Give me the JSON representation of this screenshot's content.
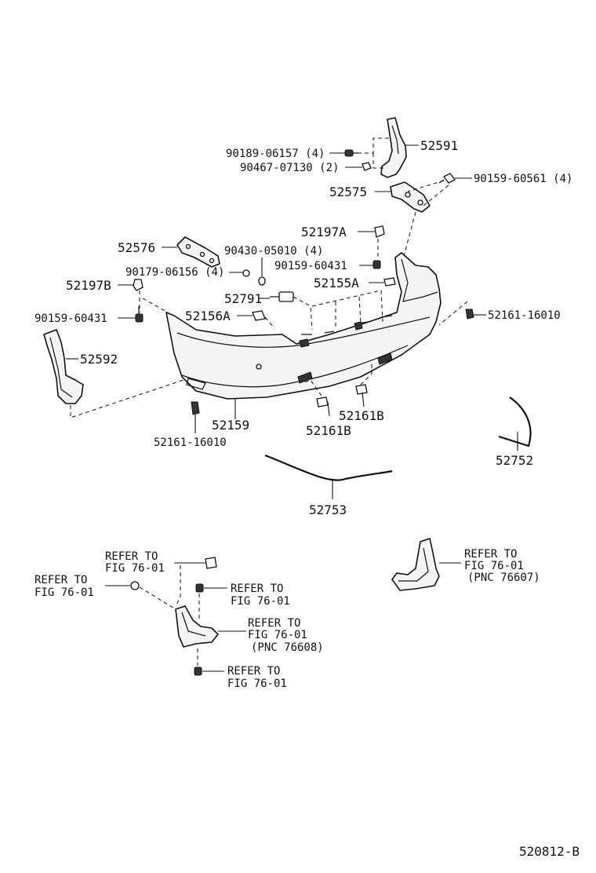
{
  "callouts": {
    "p52591": "52591",
    "p90189": "90189-06157 (4)",
    "p90467": "90467-07130 (2)",
    "p90159_60561": "90159-60561 (4)",
    "p52575": "52575",
    "p52197A": "52197A",
    "p52576": "52576",
    "p90430": "90430-05010 (4)",
    "p90159_60431_top": "90159-60431",
    "p90179": "90179-06156 (4)",
    "p52155A": "52155A",
    "p52197B": "52197B",
    "p52791": "52791",
    "p52156A": "52156A",
    "p52161_right": "52161-16010",
    "p90159_60431_left": "90159-60431",
    "p52592": "52592",
    "p52159": "52159",
    "p52161B_a": "52161B",
    "p52161B_b": "52161B",
    "p52161_bottom": "52161-16010",
    "p52752": "52752",
    "p52753": "52753"
  },
  "refers": {
    "r1": [
      "REFER TO",
      "FIG 76-01"
    ],
    "r2": [
      "REFER TO",
      "FIG 76-01"
    ],
    "r3": [
      "REFER TO",
      "FIG 76-01"
    ],
    "r4": [
      "REFER TO",
      "FIG 76-01",
      "(PNC 76608)"
    ],
    "r5": [
      "REFER TO",
      "FIG 76-01"
    ],
    "r6": [
      "REFER TO",
      "FIG 76-01",
      "(PNC 76607)"
    ]
  },
  "figure_code": "520812-B"
}
